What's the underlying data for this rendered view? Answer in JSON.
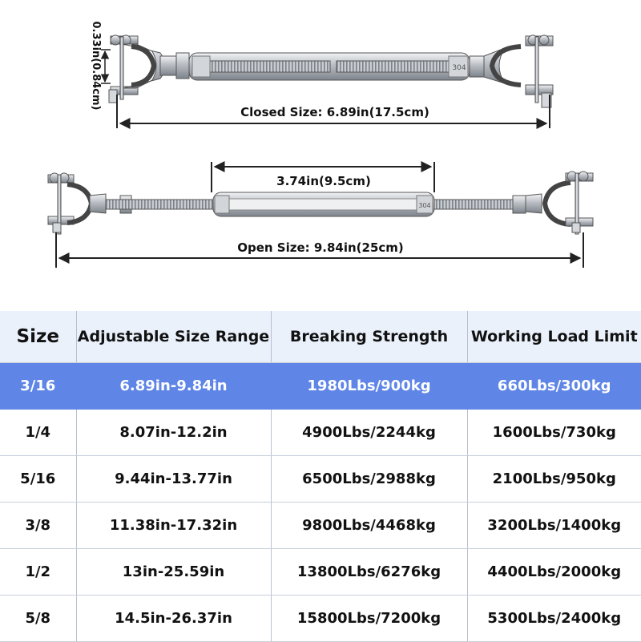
{
  "diagram": {
    "closed_size_label": "Closed Size: 6.89in(17.5cm)",
    "open_size_label": "Open Size: 9.84in(25cm)",
    "body_length_label": "3.74in(9.5cm)",
    "jaw_width_label": "0.33in(0.84cm)",
    "stamp": "304",
    "metal_color": "#b9bdc3",
    "line_color": "#222222"
  },
  "table": {
    "columns": [
      "Size",
      "Adjustable Size Range",
      "Breaking Strength",
      "Working Load Limit"
    ],
    "rows": [
      [
        "3/16",
        "6.89in-9.84in",
        "1980Lbs/900kg",
        "660Lbs/300kg"
      ],
      [
        "1/4",
        "8.07in-12.2in",
        "4900Lbs/2244kg",
        "1600Lbs/730kg"
      ],
      [
        "5/16",
        "9.44in-13.77in",
        "6500Lbs/2988kg",
        "2100Lbs/950kg"
      ],
      [
        "3/8",
        "11.38in-17.32in",
        "9800Lbs/4468kg",
        "3200Lbs/1400kg"
      ],
      [
        "1/2",
        "13in-25.59in",
        "13800Lbs/6276kg",
        "4400Lbs/2000kg"
      ],
      [
        "5/8",
        "14.5in-26.37in",
        "15800Lbs/7200kg",
        "5300Lbs/2400kg"
      ]
    ],
    "highlight_row_color": "#5f86e7",
    "header_color": "#eaf1fb"
  }
}
